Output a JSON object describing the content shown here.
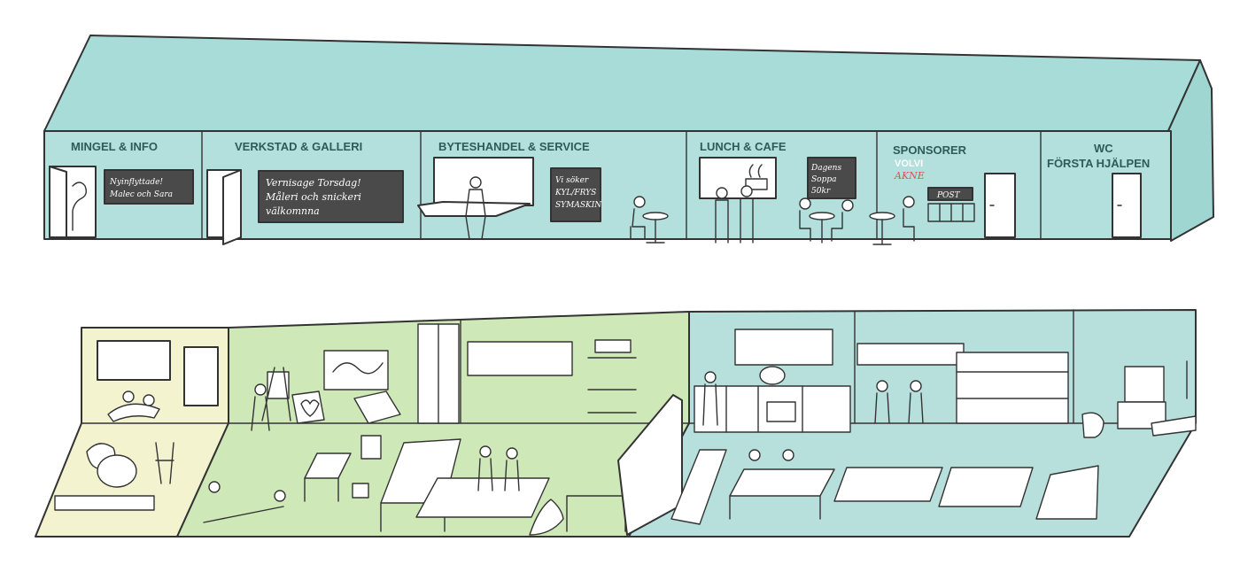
{
  "colors": {
    "teal_roof": "#a8dcd8",
    "teal_facade": "#b3e0dc",
    "yellow_floor": "#f4f3d0",
    "green_floor": "#cfe8b8",
    "teal_floor": "#b7e0dc",
    "board": "#4a4a4a",
    "outline": "#333333",
    "akne_red": "#d9534f"
  },
  "building": {
    "sections": [
      {
        "id": "mingel",
        "title": "MINGEL & INFO"
      },
      {
        "id": "verkstad",
        "title": "VERKSTAD & GALLERI"
      },
      {
        "id": "byteshandel",
        "title": "BYTESHANDEL & SERVICE"
      },
      {
        "id": "lunch",
        "title": "LUNCH & CAFE"
      },
      {
        "id": "sponsorer",
        "title": "SPONSORER",
        "extra_lines": [
          "VOLVI",
          "AKNE"
        ],
        "post_sign": "POST"
      },
      {
        "id": "wc",
        "title_lines": [
          "WC",
          "FÖRSTA HJÄLPEN"
        ]
      }
    ],
    "boards": {
      "mingel": [
        "Nyinflyttade!",
        "Malec och Sara"
      ],
      "verkstad": [
        "Vernisage Torsdag!",
        "Måleri och snickeri",
        "välkomnna"
      ],
      "byteshandel": [
        "Vi söker",
        "KYL/FRYS",
        "SYMASKIN"
      ],
      "lunch": [
        "Dagens",
        "Soppa",
        "50kr"
      ]
    }
  },
  "floorplan": {
    "zones": [
      "yellow",
      "green",
      "teal"
    ],
    "icons": [
      "toilet-icon",
      "sink-icon",
      "stove-icon",
      "bed-icon",
      "easel-icon",
      "table-icon"
    ]
  }
}
